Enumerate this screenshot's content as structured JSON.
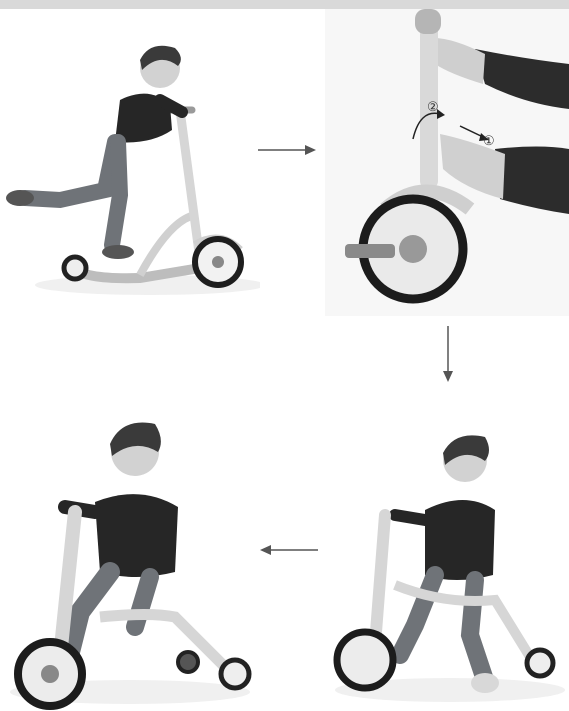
{
  "steps": [
    {
      "id": "scooter",
      "caption": ""
    },
    {
      "id": "adjust-seat",
      "caption": ""
    },
    {
      "id": "balance-bike-sitting",
      "caption": ""
    },
    {
      "id": "tricycle-sitting",
      "caption": ""
    }
  ],
  "markers": {
    "one": "①",
    "two": "②"
  },
  "colors": {
    "frame": "#e8e8e8",
    "tire": "#222222",
    "clothing": "#262626",
    "jeans": "#6f7378",
    "skin": "#cfcfcf",
    "hair": "#3a3a3a",
    "background": "#ffffff"
  }
}
